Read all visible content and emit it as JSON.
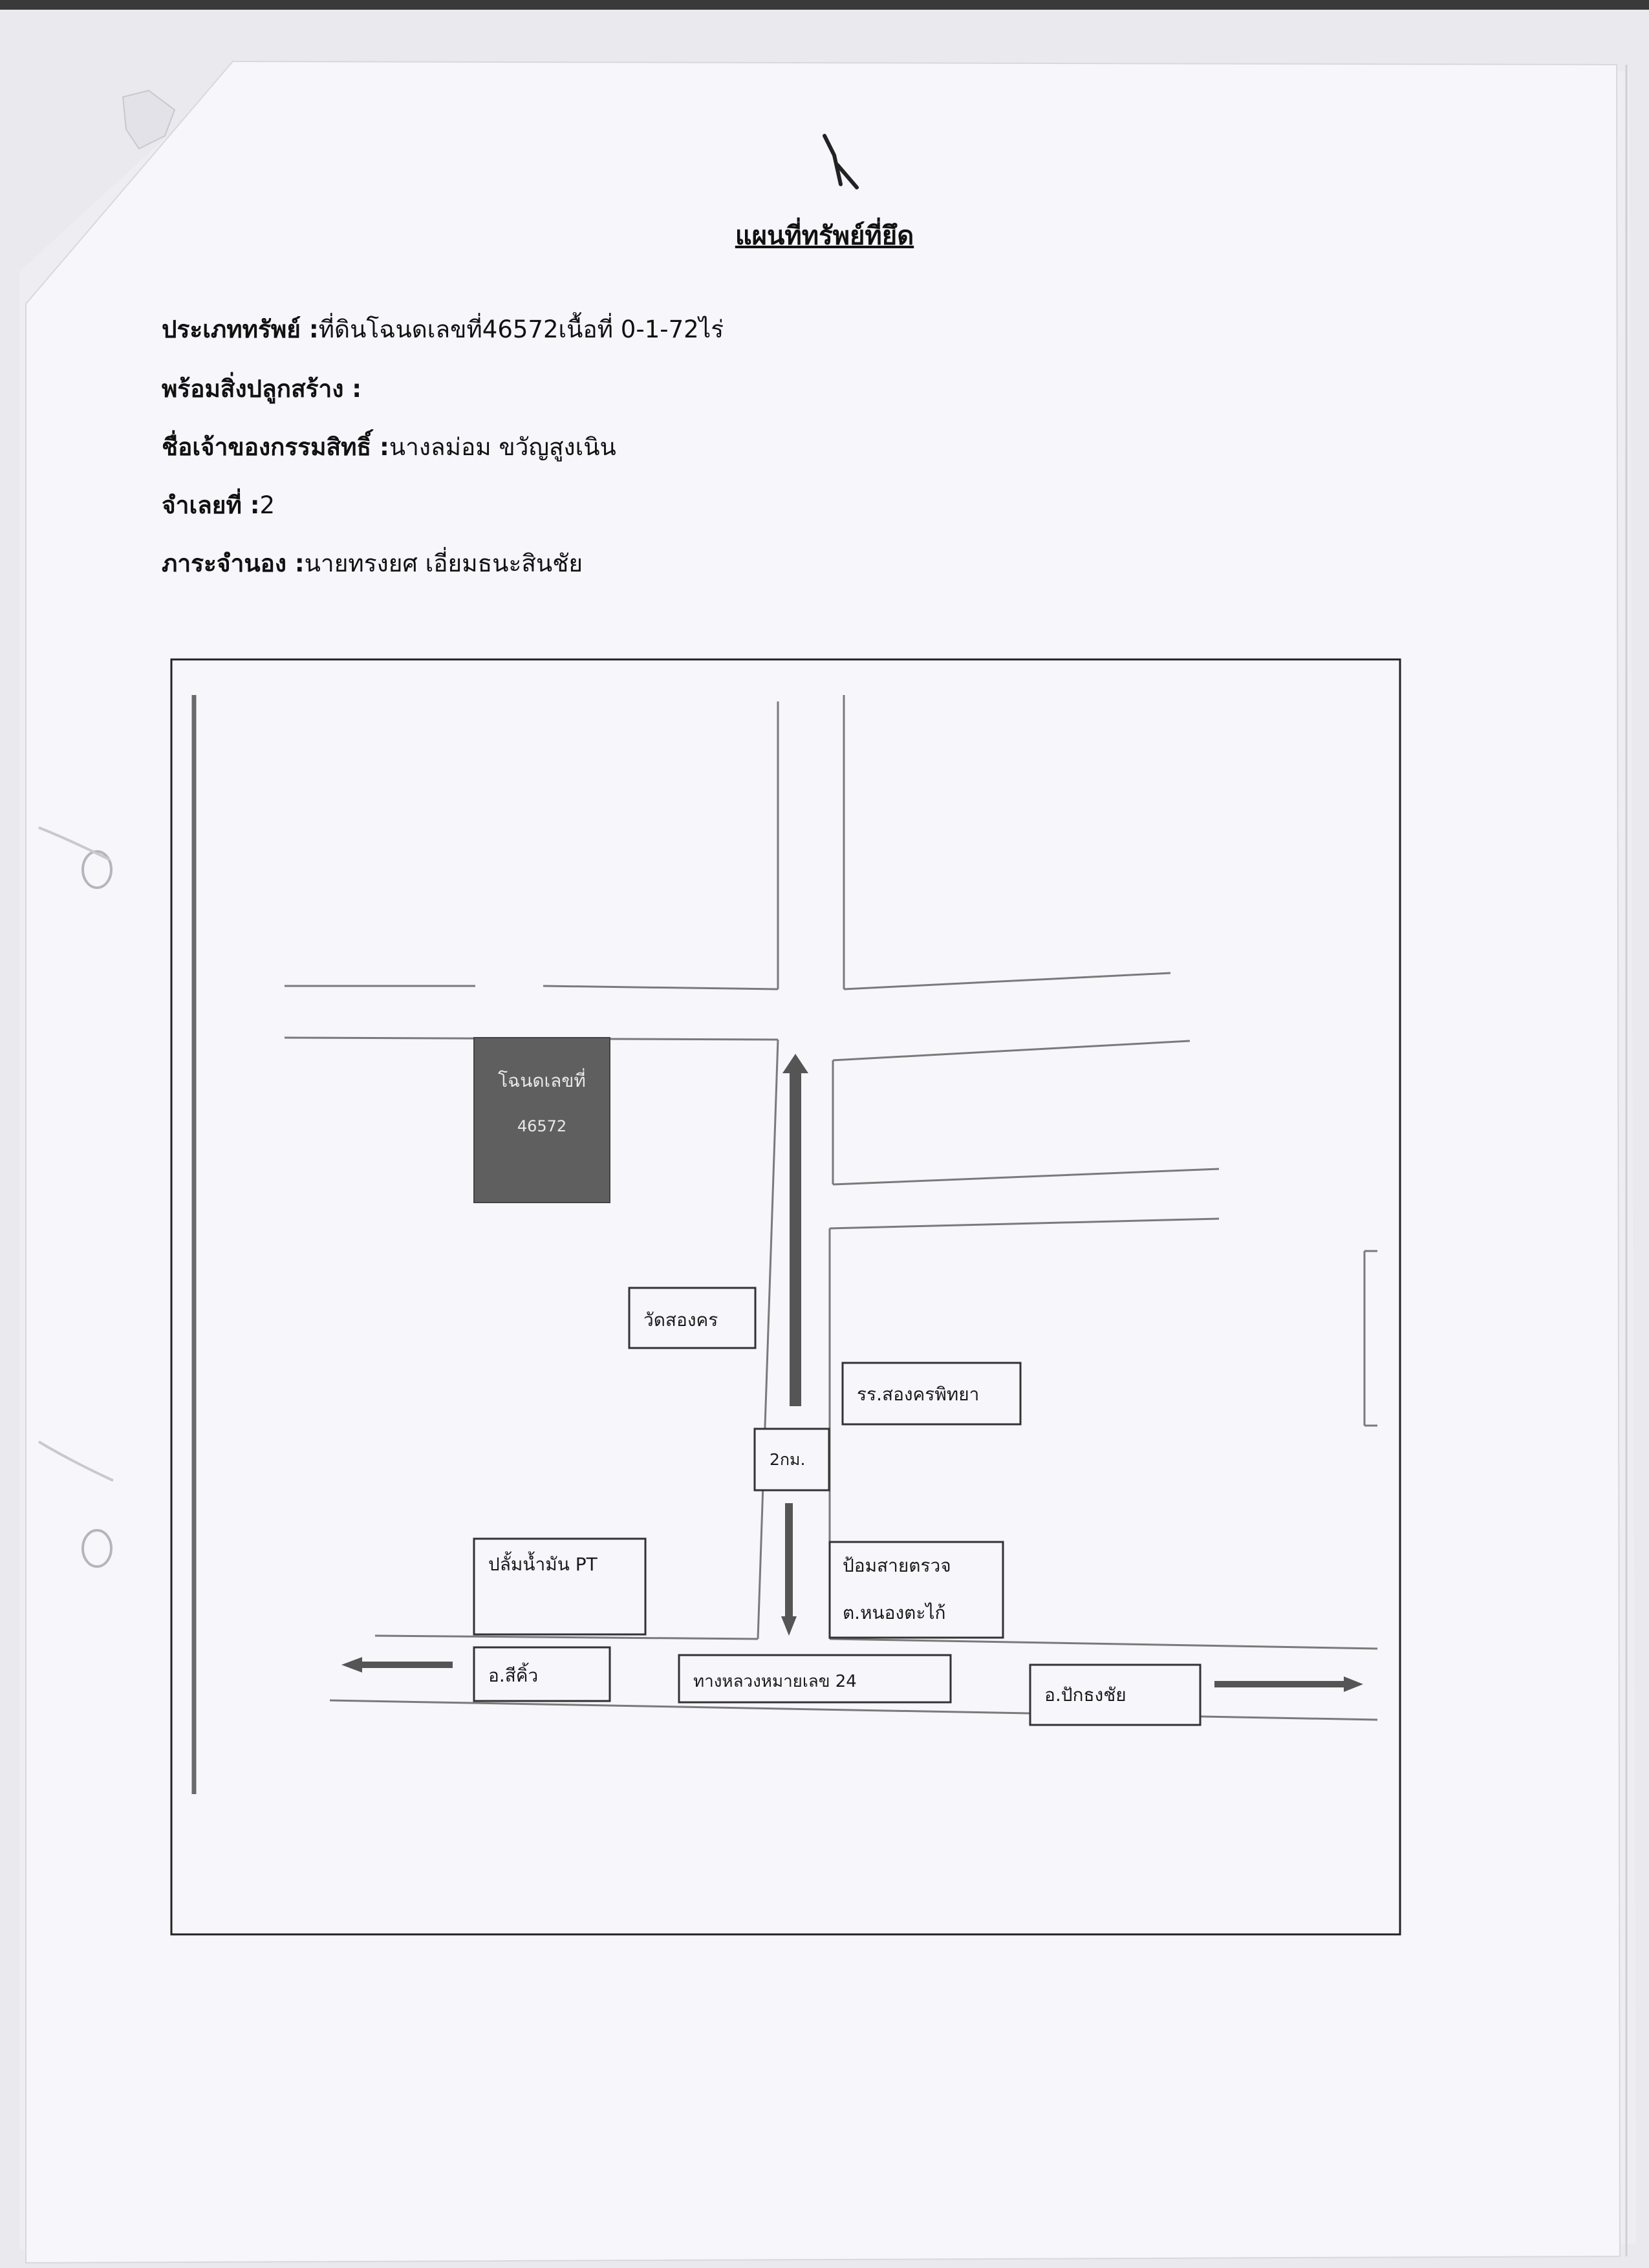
{
  "document": {
    "title": "แผนที่ทรัพย์ที่ยึด",
    "fields": [
      {
        "label": "ประเภททรัพย์ :",
        "value": "ที่ดินโฉนดเลขที่46572เนื้อที่ 0-1-72ไร่"
      },
      {
        "label": "พร้อมสิ่งปลูกสร้าง :",
        "value": ""
      },
      {
        "label": "ชื่อเจ้าของกรรมสิทธิ์ :",
        "value": "นางลม่อม ขวัญสูงเนิน"
      },
      {
        "label": "จำเลยที่ :",
        "value": "2"
      },
      {
        "label": "ภาระจำนอง :",
        "value": "นายทรงยศ เอี่ยมธนะสินชัย"
      }
    ]
  },
  "map": {
    "parcel_line1": "โฉนดเลขที่",
    "parcel_line2": "46572",
    "temple": "วัดสองคร",
    "school": "รร.สองครพิทยา",
    "distance": "2กม.",
    "gas_station": "ปลั้มน้ำมัน PT",
    "police_line1": "ป้อมสายตรวจ",
    "police_line2": "ต.หนองตะไก้",
    "west_town": "อ.สีคิ้ว",
    "highway": "ทางหลวงหมายเลข 24",
    "east_town": "อ.ปักธงชัย"
  },
  "colors": {
    "parcel_fill": "#5f5f5f",
    "paper": "#f6f6fb",
    "line": "#7a7a7a"
  }
}
